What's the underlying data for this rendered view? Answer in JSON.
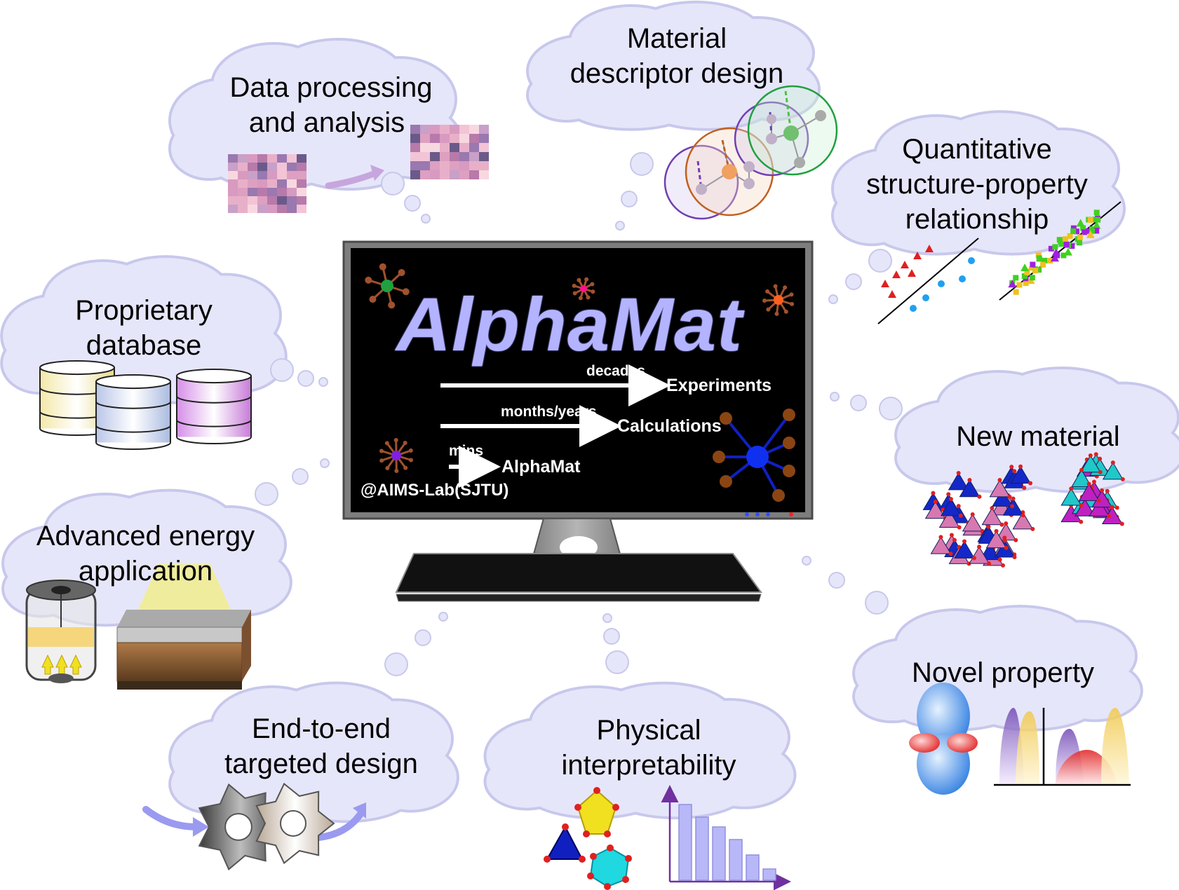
{
  "colors": {
    "cloud_fill": "#e6e6fa",
    "cloud_stroke": "#cfcfee",
    "screen_bg": "#000000",
    "brand_text": "#b3b3ff",
    "arrow": "#ffffff"
  },
  "screen": {
    "brand": "AlphaMat",
    "rows": [
      {
        "top_label": "decades",
        "result_label": "Experiments"
      },
      {
        "top_label": "months/years",
        "result_label": "Calculations"
      },
      {
        "top_label": "mins",
        "result_label": "AlphaMat"
      }
    ],
    "credit": "@AIMS-Lab(SJTU)"
  },
  "clouds": [
    {
      "id": "data-processing",
      "lines": [
        "Data processing",
        "and analysis"
      ]
    },
    {
      "id": "material-descriptor",
      "lines": [
        "Material",
        "descriptor design"
      ]
    },
    {
      "id": "qspr",
      "lines": [
        "Quantitative",
        "structure-property",
        "relationship"
      ]
    },
    {
      "id": "proprietary-db",
      "lines": [
        "Proprietary",
        "database"
      ]
    },
    {
      "id": "new-material",
      "lines": [
        "New material"
      ]
    },
    {
      "id": "advanced-energy",
      "lines": [
        "Advanced energy",
        "application"
      ]
    },
    {
      "id": "novel-property",
      "lines": [
        "Novel property"
      ]
    },
    {
      "id": "end-to-end",
      "lines": [
        "End-to-end",
        "targeted design"
      ]
    },
    {
      "id": "physical-interp",
      "lines": [
        "Physical",
        "interpretability"
      ]
    }
  ],
  "icons": {
    "heatmap": "heatmap-icon",
    "molecule_graph": "molecule-graph-icon",
    "scatter": "scatter-plot-icon",
    "database": "database-cylinder-icon",
    "crystal": "crystal-structure-icon",
    "battery": "battery-cell-icon",
    "solar_layers": "solar-layer-icon",
    "orbital": "orbital-lobe-icon",
    "spectrum": "spectrum-peaks-icon",
    "gears": "gears-icon",
    "polyhedra": "polyhedra-icon",
    "bar_chart": "feature-importance-bars-icon"
  }
}
